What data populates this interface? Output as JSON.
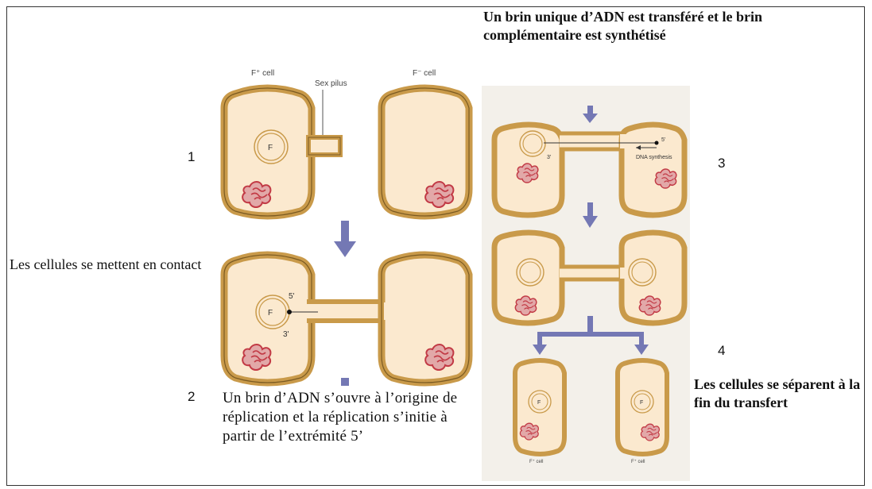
{
  "panel1_labels": {
    "f_plus_cell": "F⁺ cell",
    "f_minus_cell": "F⁻ cell",
    "sex_pilus": "Sex pilus",
    "plasmid_f": "F"
  },
  "panel2_labels": {
    "plasmid_f": "F",
    "five_prime": "5'",
    "three_prime": "3'"
  },
  "panel3_labels": {
    "five_prime": "5'",
    "three_prime": "3'",
    "dna_synthesis": "DNA synthesis"
  },
  "panel4_labels": {
    "f_left": "F",
    "f_right": "F",
    "cell_left": "F⁺ cell",
    "cell_right": "F⁺ cell"
  },
  "steps": {
    "step1": "1",
    "step2": "2",
    "step3": "3",
    "step4": "4"
  },
  "captions": {
    "contact": "Les cellules se mettent en contact",
    "strand_opens": "Un brin d’ADN s’ouvre à l’origine de réplication et la réplication s’initie à partir de l’extrémité 5’",
    "transfer": "Un brin unique d’ADN est transféré et le brin complémentaire est synthétisé",
    "separate": "Les cellules se séparent à la fin du transfert"
  },
  "colors": {
    "cell_wall": "#c99a4a",
    "cell_wall_dark": "#7a5a22",
    "cytoplasm": "#fbe9cf",
    "chromosome": "#c23a45",
    "arrow": "#7478b4"
  }
}
